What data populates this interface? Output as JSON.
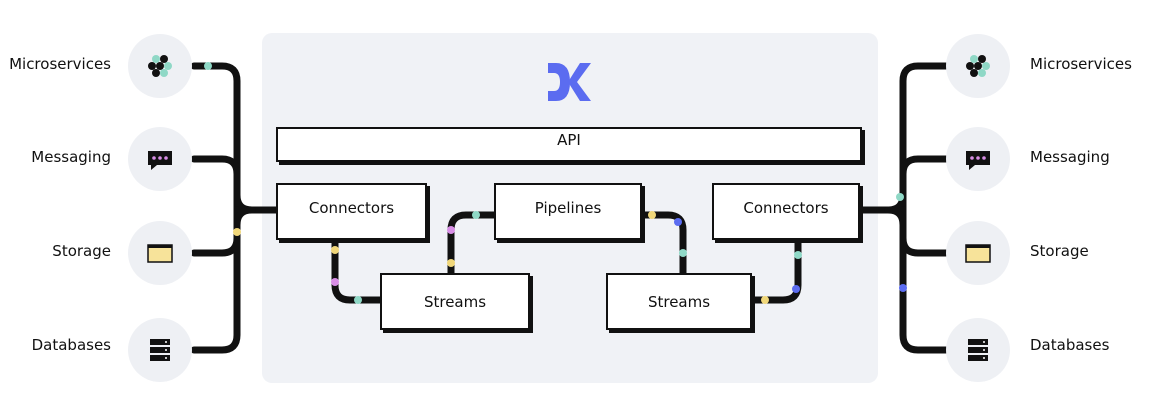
{
  "colors": {
    "wire": "#111111",
    "panel": "#f0f2f6",
    "node_bg": "#eef0f4",
    "logo": "#5b6cf0",
    "dot_teal": "#8fd8c6",
    "dot_yellow": "#f0d77a",
    "dot_pink": "#d88ee6",
    "dot_blue": "#5b6cf0",
    "storage_fill": "#f7e39a",
    "messaging_dots": "#d88ee6"
  },
  "platform": {
    "logo_icon": "dk-logo-icon",
    "api_label": "API",
    "connectors_left": "Connectors",
    "connectors_right": "Connectors",
    "pipelines": "Pipelines",
    "streams_left": "Streams",
    "streams_right": "Streams"
  },
  "left_nodes": [
    {
      "label": "Microservices",
      "icon": "microservices-icon"
    },
    {
      "label": "Messaging",
      "icon": "messaging-icon"
    },
    {
      "label": "Storage",
      "icon": "storage-icon"
    },
    {
      "label": "Databases",
      "icon": "databases-icon"
    }
  ],
  "right_nodes": [
    {
      "label": "Microservices",
      "icon": "microservices-icon"
    },
    {
      "label": "Messaging",
      "icon": "messaging-icon"
    },
    {
      "label": "Storage",
      "icon": "storage-icon"
    },
    {
      "label": "Databases",
      "icon": "databases-icon"
    }
  ]
}
